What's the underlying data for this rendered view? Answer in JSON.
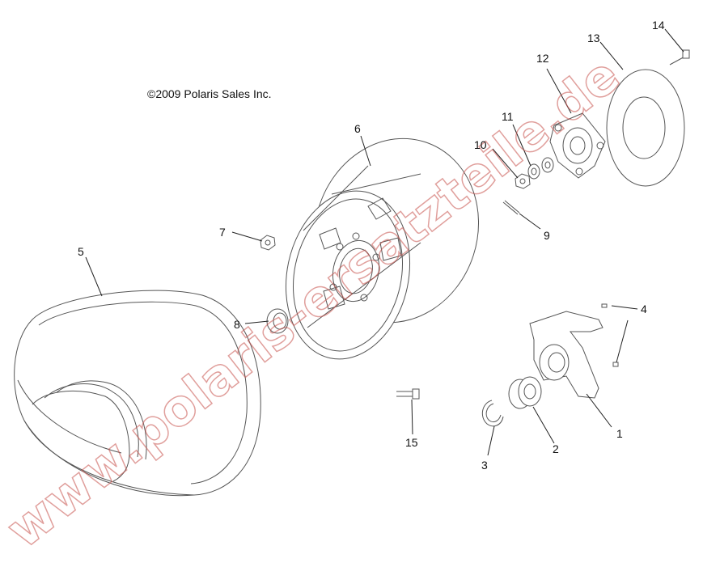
{
  "copyright": "©2009 Polaris Sales Inc.",
  "watermark": "www.polaris-ersatzteile.de",
  "colors": {
    "line": "#555555",
    "watermark": "#c8524c"
  },
  "callouts": [
    {
      "id": "1",
      "label": "1"
    },
    {
      "id": "2",
      "label": "2"
    },
    {
      "id": "3",
      "label": "3"
    },
    {
      "id": "4",
      "label": "4"
    },
    {
      "id": "5",
      "label": "5"
    },
    {
      "id": "6",
      "label": "6"
    },
    {
      "id": "7",
      "label": "7"
    },
    {
      "id": "8",
      "label": "8"
    },
    {
      "id": "9",
      "label": "9"
    },
    {
      "id": "10",
      "label": "10"
    },
    {
      "id": "11",
      "label": "11"
    },
    {
      "id": "12",
      "label": "12"
    },
    {
      "id": "13",
      "label": "13"
    },
    {
      "id": "14",
      "label": "14"
    },
    {
      "id": "15",
      "label": "15"
    }
  ]
}
